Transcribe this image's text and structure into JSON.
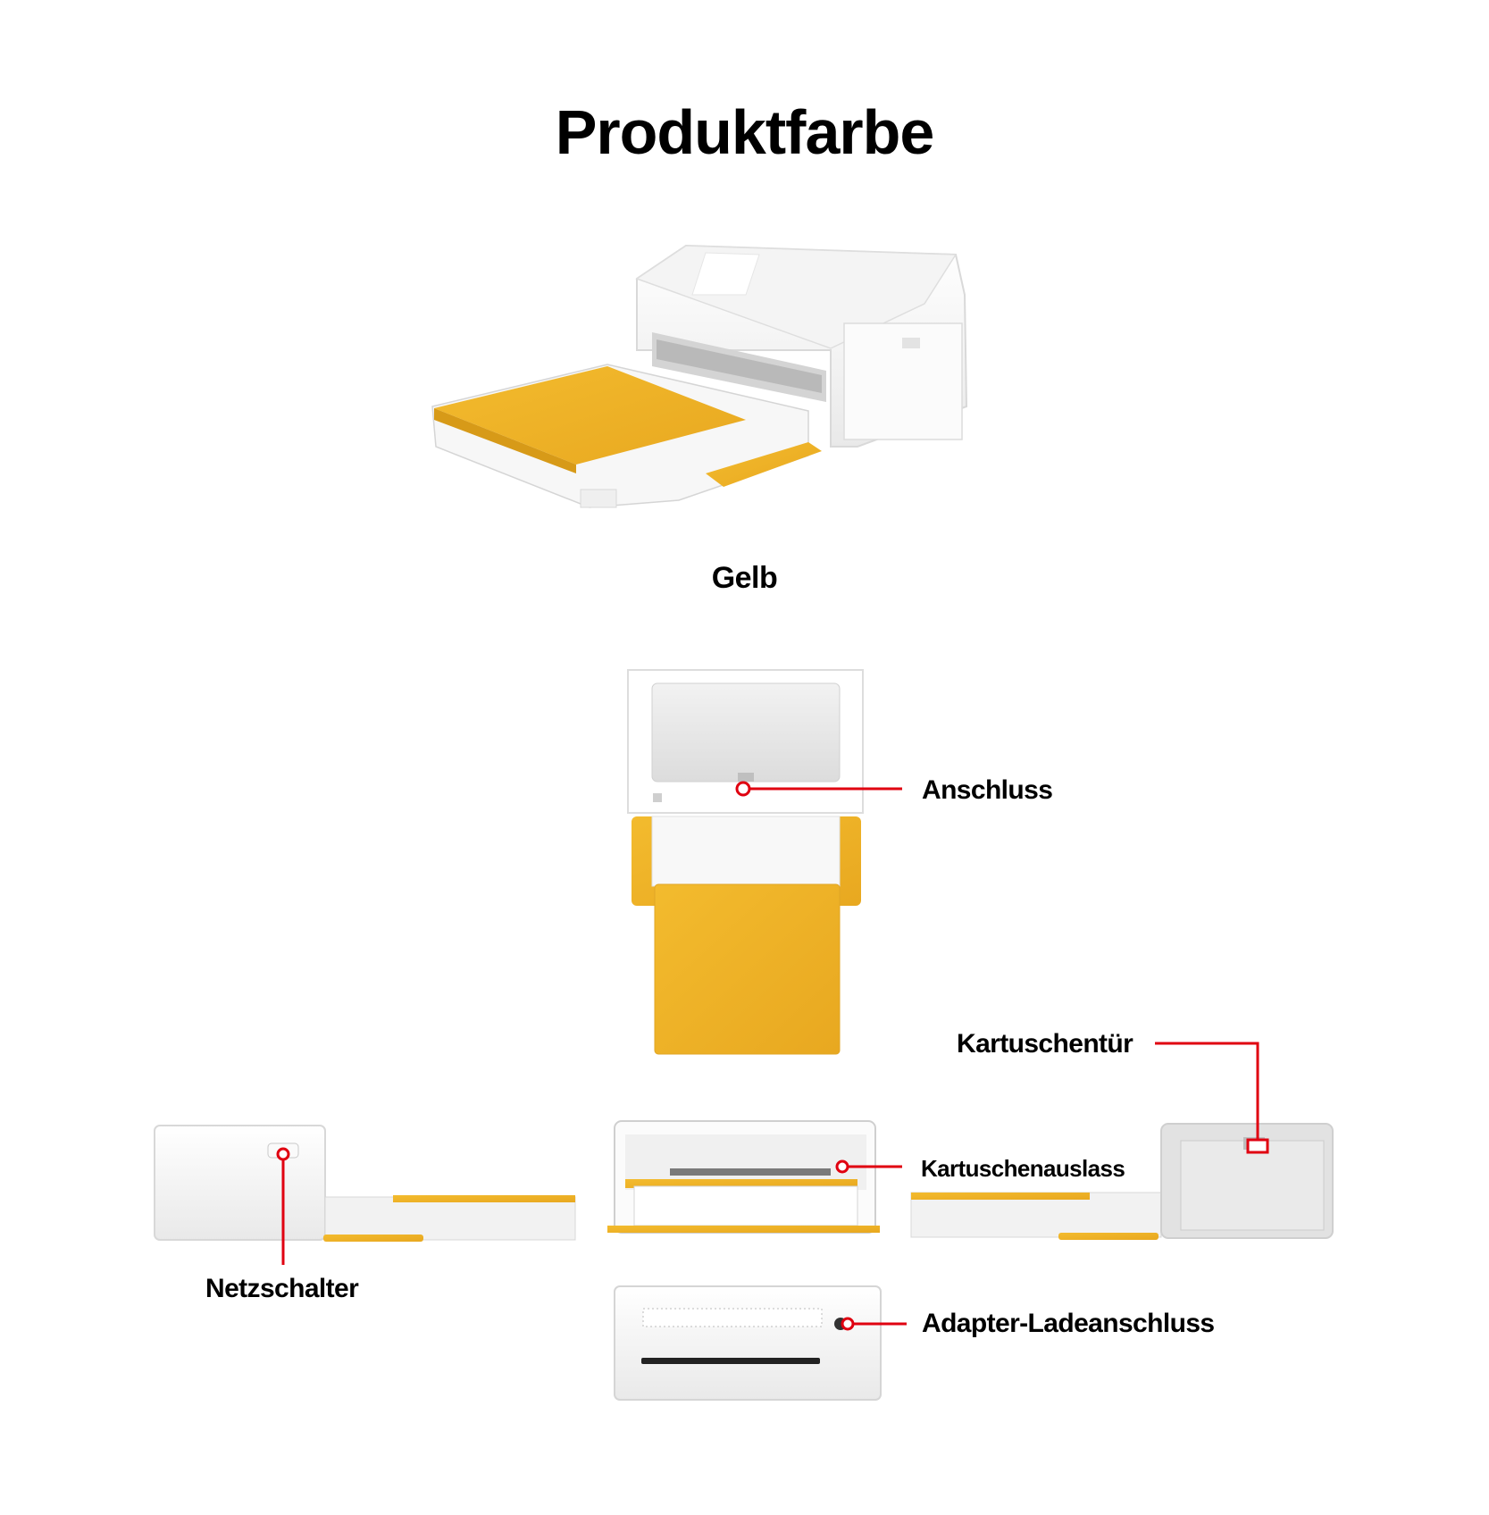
{
  "title": "Produktfarbe",
  "product_color": "Gelb",
  "callouts": {
    "port": "Anschluss",
    "cartridge_door": "Kartuschentür",
    "cartridge_outlet": "Kartuschenauslass",
    "power_switch": "Netzschalter",
    "adapter_port": "Adapter-Ladeanschluss"
  },
  "colors": {
    "accent_yellow": "#f0b428",
    "callout_red": "#e00010",
    "printer_white": "#f6f6f6"
  }
}
